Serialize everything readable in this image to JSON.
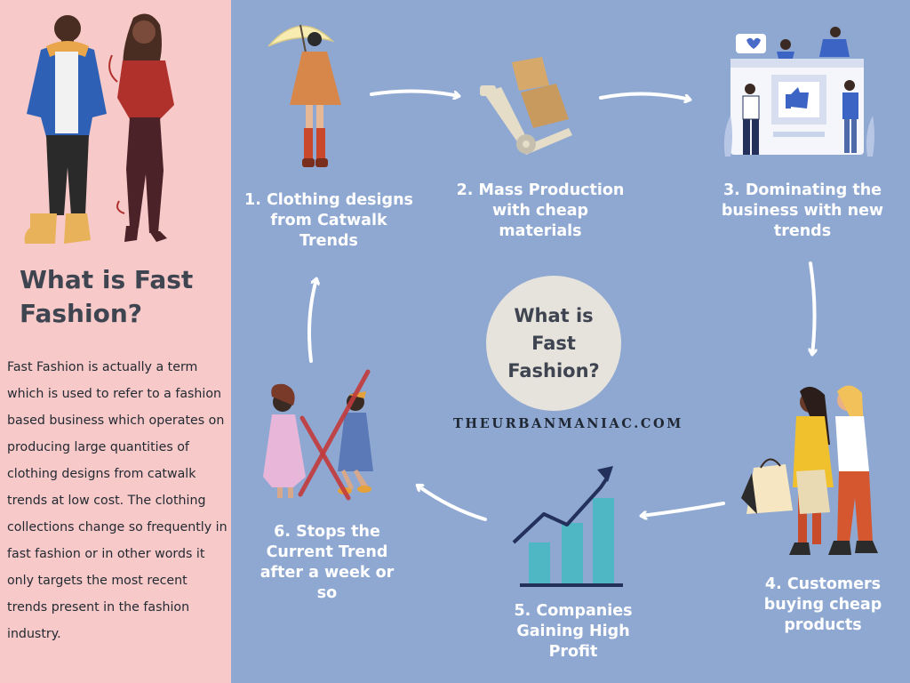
{
  "side": {
    "title": "What is Fast Fashion?",
    "body": "Fast Fashion is actually a term which is used to refer to a fashion based business which operates on producing large quantities of clothing designs from catwalk trends at low cost. The clothing collections change so frequently in fast fashion or in other words it only targets the most recent trends present in the fashion industry."
  },
  "center": {
    "title": "What is Fast Fashion?",
    "website": "THEURBANMANIAC.COM"
  },
  "steps": [
    {
      "label": "1. Clothing designs from Catwalk Trends",
      "icon": "umbrella-woman-icon"
    },
    {
      "label": "2. Mass Production with cheap materials",
      "icon": "hand-truck-boxes-icon"
    },
    {
      "label": "3. Dominating the business with new trends",
      "icon": "social-media-like-icon"
    },
    {
      "label": "4. Customers buying cheap products",
      "icon": "shopping-women-icon"
    },
    {
      "label": "5. Companies Gaining High Profit",
      "icon": "growth-chart-icon"
    },
    {
      "label": "6. Stops the Current Trend after a week or so",
      "icon": "crossed-out-women-icon"
    }
  ],
  "colors": {
    "left_panel": "#f7c9c8",
    "right_panel": "#8fa8d2",
    "center_circle": "#e6e2dc",
    "title_text": "#3e4551",
    "step_text": "#ffffff"
  }
}
